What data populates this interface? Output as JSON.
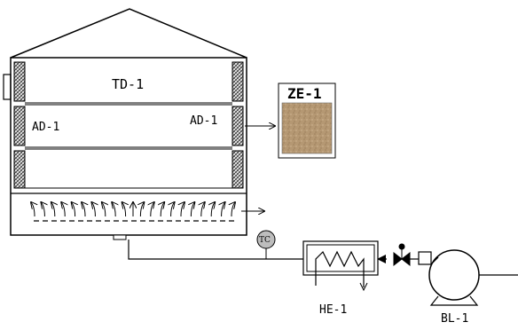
{
  "diagram": {
    "dryer_label": "TD-1",
    "left_adsorber_label": "AD-1",
    "right_adsorber_label": "AD-1",
    "product_label": "ZE-1",
    "temperature_controller_label": "TC",
    "heat_exchanger_label": "HE-1",
    "blower_label": "BL-1"
  },
  "colors": {
    "line": "#000000",
    "hatch_fill": "#555555",
    "zeolite_sample": "#b59873",
    "tc_fill": "#bdbdbd",
    "background": "#ffffff"
  }
}
